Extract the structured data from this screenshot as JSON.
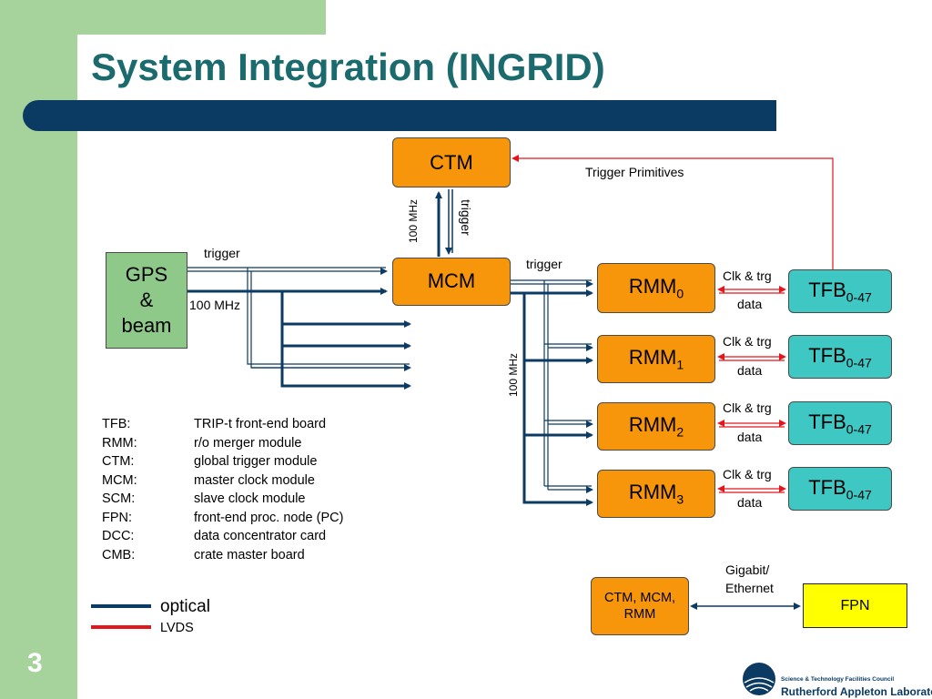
{
  "slide": {
    "title": "System Integration (INGRID)",
    "number": "3"
  },
  "colors": {
    "green_band": "#a6d39c",
    "title_text": "#1b6b6e",
    "title_bar": "#0b3a63",
    "orange_box": "#f7960b",
    "teal_box": "#3ec7c3",
    "gps_box": "#8fc98a",
    "fpn_box": "#ffff00",
    "optical_line": "#0b3a63",
    "lvds_line": "#e3161b"
  },
  "diagram": {
    "gps": {
      "line1": "GPS",
      "line2": "&",
      "line3": "beam"
    },
    "ctm": "CTM",
    "mcm": "MCM",
    "rmm_label": "RMM",
    "rmm_subs": [
      "0",
      "1",
      "2",
      "3"
    ],
    "tfb_label": "TFB",
    "tfb_sub": "0-47",
    "labels": {
      "trigger_primitives": "Trigger Primitives",
      "ctm_mcm_freq": "100 MHz",
      "ctm_mcm_trigger": "trigger",
      "gps_trigger": "trigger",
      "gps_freq": "100 MHz",
      "mcm_trigger": "trigger",
      "mcm_freq": "100 MHz",
      "clk_trg": "Clk & trg",
      "data": "data",
      "gigabit_1": "Gigabit/",
      "gigabit_2": "Ethernet"
    },
    "ctm_mcm_rmm": {
      "line1": "CTM, MCM,",
      "line2": "RMM"
    },
    "fpn": "FPN"
  },
  "glossary": [
    {
      "abbr": "TFB:",
      "desc": "TRIP-t front-end board"
    },
    {
      "abbr": "RMM:",
      "desc": "r/o merger module"
    },
    {
      "abbr": "CTM:",
      "desc": "global trigger module"
    },
    {
      "abbr": "MCM:",
      "desc": "master clock module"
    },
    {
      "abbr": "SCM:",
      "desc": "slave clock module"
    },
    {
      "abbr": "FPN:",
      "desc": "front-end proc. node (PC)"
    },
    {
      "abbr": "DCC:",
      "desc": "data concentrator card"
    },
    {
      "abbr": "CMB:",
      "desc": "crate master board"
    }
  ],
  "legend": {
    "optical": "optical",
    "lvds": "LVDS"
  },
  "logo": {
    "line1": "Science & Technology Facilities Council",
    "line2": "Rutherford Appleton Laboratory"
  }
}
